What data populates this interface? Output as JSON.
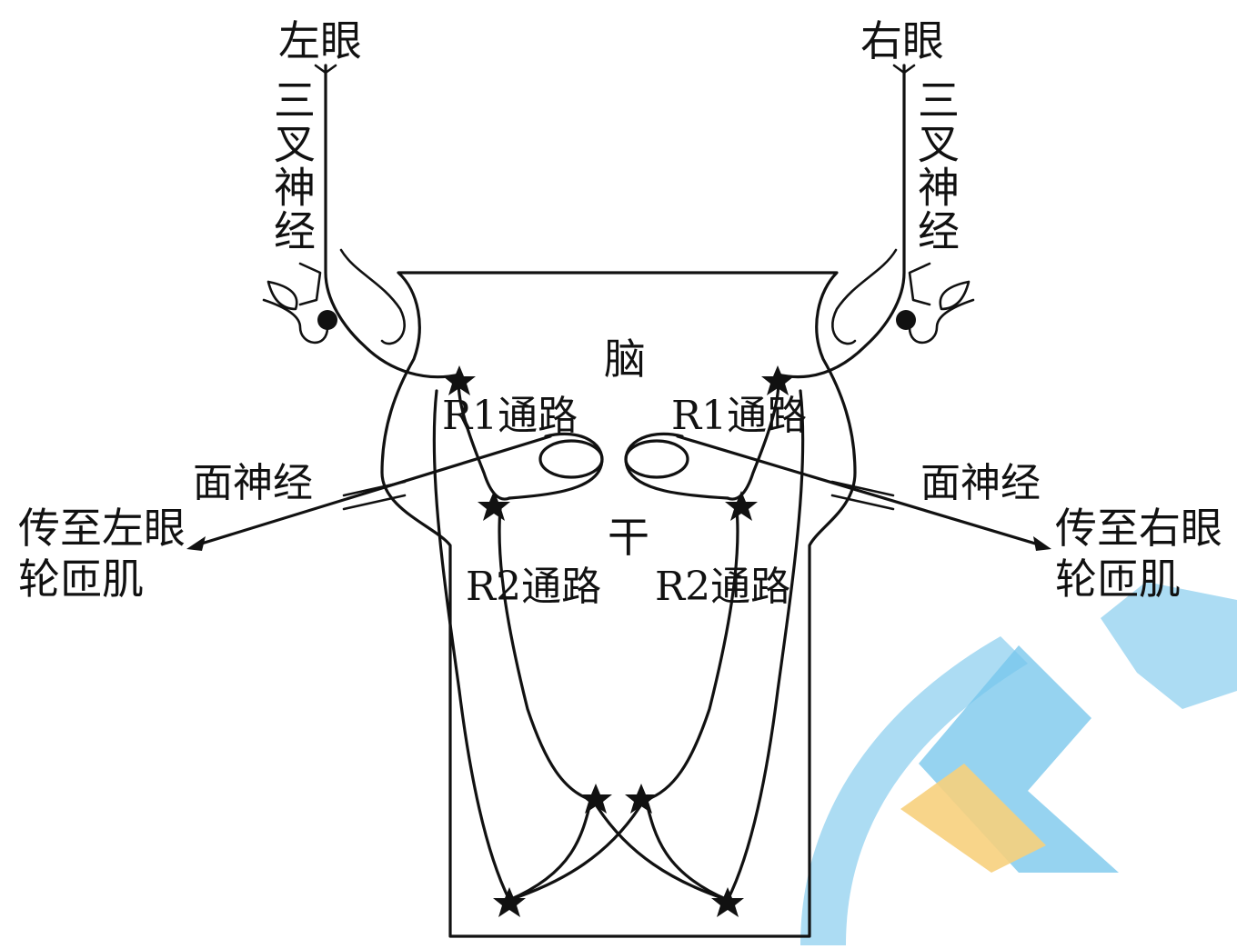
{
  "labels": {
    "left_eye": "左眼",
    "right_eye": "右眼",
    "trigeminal_left": "三叉神经",
    "trigeminal_right": "三叉神经",
    "brain": "脑",
    "stem": "干",
    "r1_left": "R1通路",
    "r1_right": "R1通路",
    "r2_left": "R2通路",
    "r2_right": "R2通路",
    "facial_left": "面神经",
    "facial_right": "面神经",
    "to_left_line1": "传至左眼",
    "to_left_line2": "轮匝肌",
    "to_right_line1": "传至右眼",
    "to_right_line2": "轮匝肌"
  },
  "colors": {
    "ink": "#111111",
    "watermark_blue": "#5bbbe8",
    "watermark_orange": "#f6c866"
  }
}
